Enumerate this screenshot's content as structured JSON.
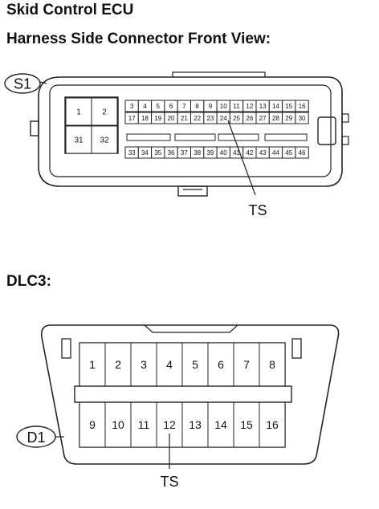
{
  "titles": {
    "ecu": "Skid Control ECU",
    "harness": "Harness Side Connector Front View:",
    "dlc": "DLC3:"
  },
  "s1": {
    "badge": "S1",
    "big_pins": [
      "1",
      "2",
      "31",
      "32"
    ],
    "row1": [
      "3",
      "4",
      "5",
      "6",
      "7",
      "8",
      "9",
      "10",
      "11",
      "12",
      "13",
      "14",
      "15",
      "16"
    ],
    "row2": [
      "17",
      "18",
      "19",
      "20",
      "21",
      "22",
      "23",
      "24",
      "25",
      "26",
      "27",
      "28",
      "29",
      "30"
    ],
    "row3": [
      "33",
      "34",
      "35",
      "36",
      "37",
      "38",
      "39",
      "40",
      "41",
      "42",
      "43",
      "44",
      "45",
      "46"
    ],
    "ts_label": "TS",
    "ts_pin": "24"
  },
  "d1": {
    "badge": "D1",
    "top_row": [
      "1",
      "2",
      "3",
      "4",
      "5",
      "6",
      "7",
      "8"
    ],
    "bottom_row": [
      "9",
      "10",
      "11",
      "12",
      "13",
      "14",
      "15",
      "16"
    ],
    "ts_label": "TS",
    "ts_pin": "12"
  }
}
